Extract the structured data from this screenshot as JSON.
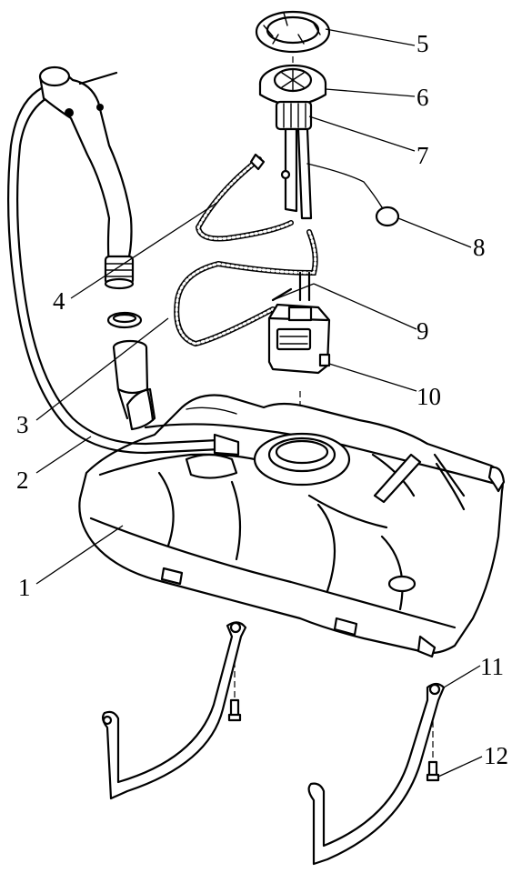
{
  "callouts": [
    {
      "id": "1",
      "text": "1"
    },
    {
      "id": "2",
      "text": "2"
    },
    {
      "id": "3",
      "text": "3"
    },
    {
      "id": "4",
      "text": "4"
    },
    {
      "id": "5",
      "text": "5"
    },
    {
      "id": "6",
      "text": "6"
    },
    {
      "id": "7",
      "text": "7"
    },
    {
      "id": "8",
      "text": "8"
    },
    {
      "id": "9",
      "text": "9"
    },
    {
      "id": "10",
      "text": "10"
    },
    {
      "id": "11",
      "text": "11"
    },
    {
      "id": "12",
      "text": "12"
    }
  ],
  "colors": {
    "ink": "#000000",
    "paper": "#ffffff"
  }
}
